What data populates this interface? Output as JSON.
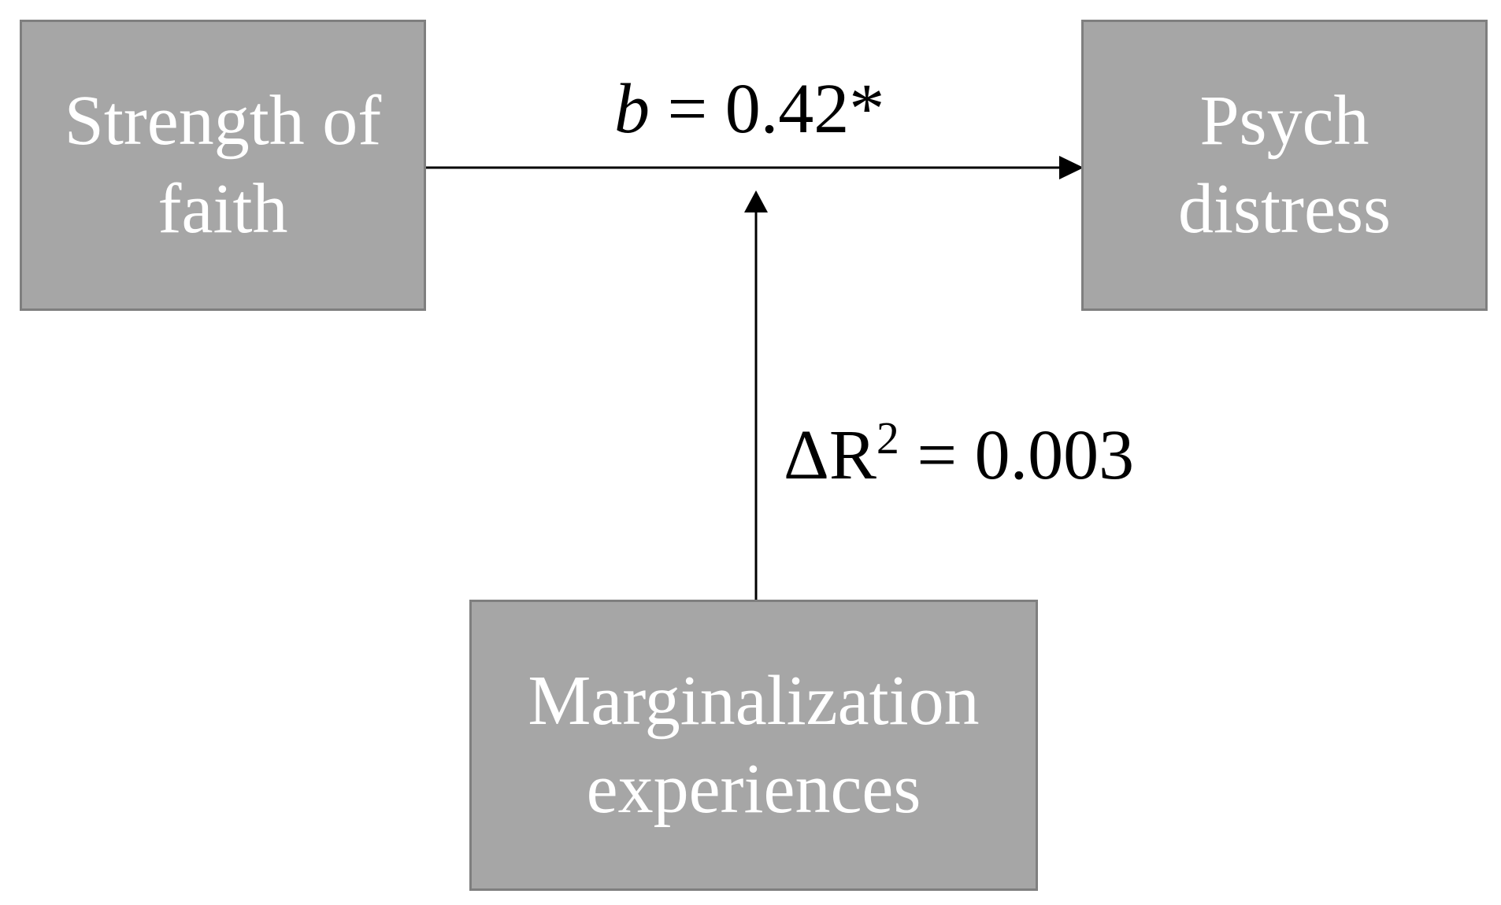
{
  "nodes": {
    "predictor": {
      "line1": "Strength of",
      "line2": "faith"
    },
    "outcome": {
      "line1": "Psych",
      "line2": "distress"
    },
    "moderator": {
      "line1": "Marginalization",
      "line2": "experiences"
    }
  },
  "labels": {
    "path_coefficient": {
      "symbol": "b",
      "value_text": " = 0.42*"
    },
    "delta_r2": {
      "prefix": "ΔR",
      "superscript": "2",
      "value_text": " = 0.003"
    }
  },
  "colors": {
    "node_fill": "#a6a6a6",
    "node_border": "#7f7f7f",
    "node_text": "#ffffff",
    "line": "#000000"
  }
}
